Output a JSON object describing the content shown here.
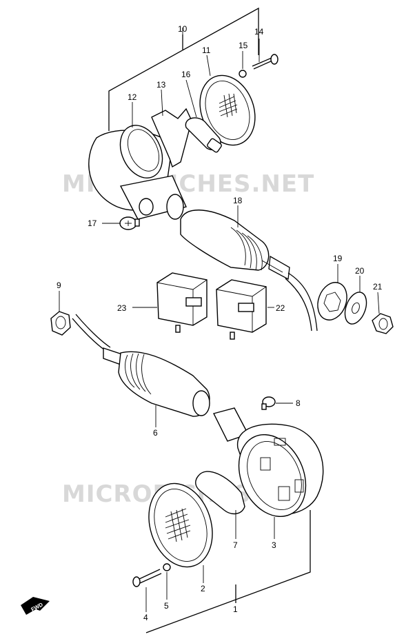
{
  "watermarks": [
    "MICROFICHES.NET",
    "MICROFICHES.NET"
  ],
  "direction_label": "FWD",
  "callouts": {
    "p1": "1",
    "p2": "2",
    "p3": "3",
    "p4": "4",
    "p5": "5",
    "p6": "6",
    "p7": "7",
    "p8": "8",
    "p9": "9",
    "p10": "10",
    "p11": "11",
    "p12": "12",
    "p13": "13",
    "p14": "14",
    "p15": "15",
    "p16": "16",
    "p17": "17",
    "p18": "18",
    "p19": "19",
    "p20": "20",
    "p21": "21",
    "p22": "22",
    "p23": "23"
  }
}
